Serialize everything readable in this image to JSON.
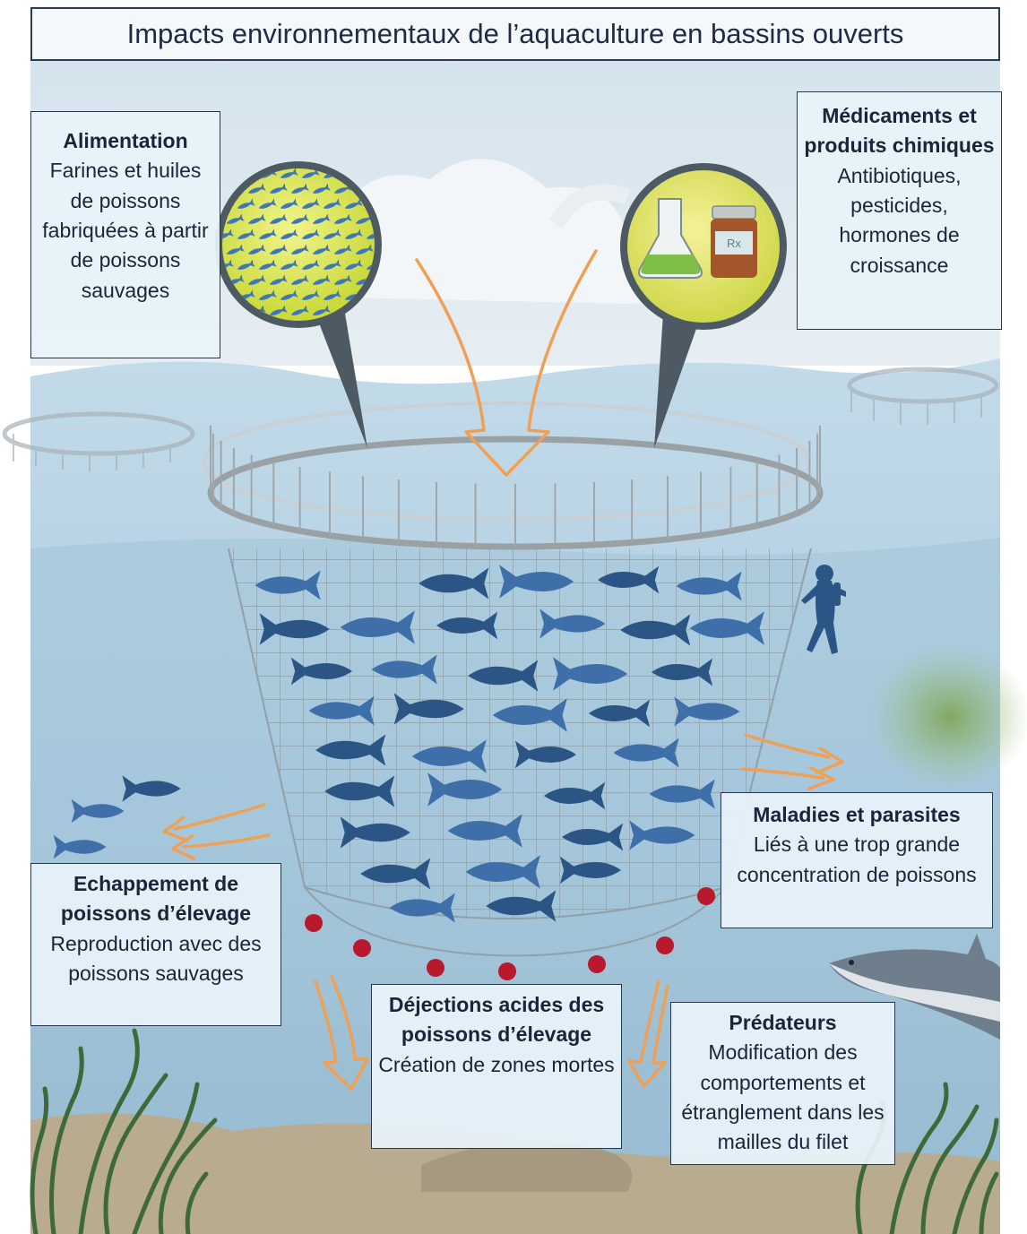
{
  "title": "Impacts environnementaux de l’aquaculture en bassins ouverts",
  "boxes": {
    "feed": {
      "heading": "Alimentation",
      "body": "Farines et huiles de poissons fabriquées à partir de poissons sauvages"
    },
    "chemicals": {
      "heading": "Médicaments et produits chimiques",
      "body": "Antibiotiques, pesticides, hormones de croissance"
    },
    "disease": {
      "heading": "Maladies et parasites",
      "body": "Liés à une trop grande concentration de poissons"
    },
    "escape": {
      "heading": "Echappement de poissons d’élevage",
      "body": "Reproduction avec des poissons sauvages"
    },
    "waste": {
      "heading": "Déjections acides des poissons d’élevage",
      "body": "Création de zones mortes"
    },
    "predators": {
      "heading": "Prédateurs",
      "body": "Modification des comportements et étranglement dans les mailles du filet"
    }
  },
  "bottle_label": "Rx",
  "colors": {
    "sky": "#dde9f1",
    "sea_top": "#bed8e8",
    "sea_bottom": "#8fb6d0",
    "fish": "#3e6fa8",
    "fish_dark": "#2b5585",
    "arrow": "#f0a055",
    "waste_dot": "#b8192c",
    "seabed": "#b7aa8e",
    "seaweed": "#3e6a3a",
    "feed_circle": "#d8e34a",
    "net_line": "#9aa6ad"
  }
}
